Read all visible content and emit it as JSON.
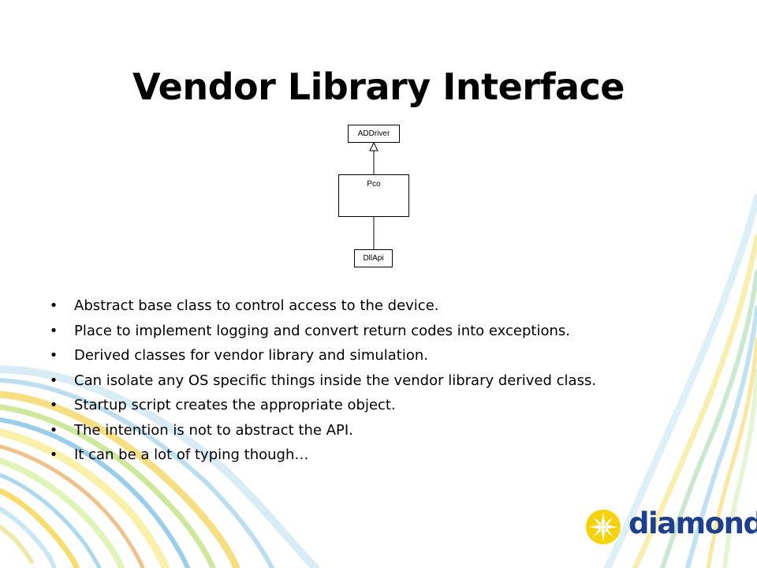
{
  "slide": {
    "title": "Vendor Library Interface"
  },
  "diagram": {
    "classes": {
      "base": "ADDriver",
      "derived": "Pco",
      "vendor": "DllApi"
    }
  },
  "bullets": [
    "Abstract base class to control access to the device.",
    "Place to implement logging and convert return codes into exceptions.",
    "Derived classes for vendor library and simulation.",
    "Can isolate any OS specific things inside the vendor library derived class.",
    "Startup script creates the appropriate object.",
    "The intention is not to abstract the API.",
    "It can be a lot of typing though…"
  ],
  "bullet_symbol": "•",
  "logo": {
    "text": "diamond",
    "colors": {
      "sun": "#f5d20a",
      "text": "#1e3f8e"
    }
  },
  "colors": {
    "title": "#000000",
    "background": "#ffffff"
  }
}
